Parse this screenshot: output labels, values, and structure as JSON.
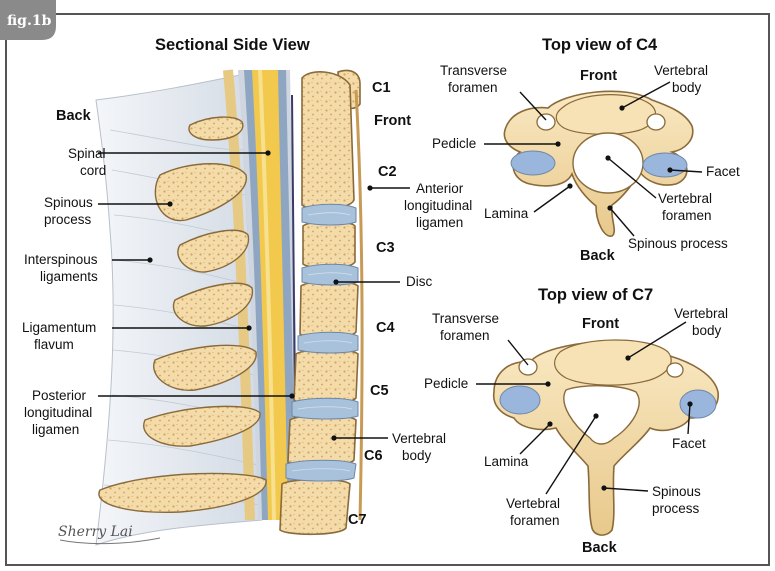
{
  "figure_tag": "fig.1b",
  "side_view": {
    "title": "Sectional Side View",
    "back": "Back",
    "front": "Front",
    "vertebrae": [
      "C1",
      "C2",
      "C3",
      "C4",
      "C5",
      "C6",
      "C7"
    ],
    "labels": {
      "spinal_cord": [
        "Spinal",
        "cord"
      ],
      "spinous_process": [
        "Spinous",
        "process"
      ],
      "interspinous": [
        "Interspinous",
        "ligaments"
      ],
      "ligamentum_flavum": [
        "Ligamentum",
        "flavum"
      ],
      "posterior_ligament": [
        "Posterior",
        "longitudinal",
        "ligamen"
      ],
      "anterior_ligament": [
        "Anterior",
        "longitudinal",
        "ligamen"
      ],
      "disc": "Disc",
      "vertebral_body": [
        "Vertebral",
        "body"
      ]
    },
    "signature": "Sherry Lai"
  },
  "c4": {
    "title": "Top view of C4",
    "front": "Front",
    "back": "Back",
    "labels": {
      "transverse_foramen": [
        "Transverse",
        "foramen"
      ],
      "vertebral_body": [
        "Vertebral",
        "body"
      ],
      "pedicle": "Pedicle",
      "facet": "Facet",
      "lamina": "Lamina",
      "vertebral_foramen": [
        "Vertebral",
        "foramen"
      ],
      "spinous_process": "Spinous process"
    }
  },
  "c7": {
    "title": "Top view of C7",
    "front": "Front",
    "back": "Back",
    "labels": {
      "transverse_foramen": [
        "Transverse",
        "foramen"
      ],
      "vertebral_body": [
        "Vertebral",
        "body"
      ],
      "pedicle": "Pedicle",
      "facet": "Facet",
      "lamina": "Lamina",
      "vertebral_foramen": [
        "Vertebral",
        "foramen"
      ],
      "spinous_process": [
        "Spinous",
        "process"
      ]
    }
  },
  "colors": {
    "bone": "#f3dcaa",
    "bone_edge": "#8a6a3a",
    "disc": "#a9c2dc",
    "facet": "#9ab6dd",
    "cord": "#f2c94c",
    "ligament": "#dfe5ec",
    "tag_bg": "#8a8a8a",
    "frame": "#555555"
  }
}
